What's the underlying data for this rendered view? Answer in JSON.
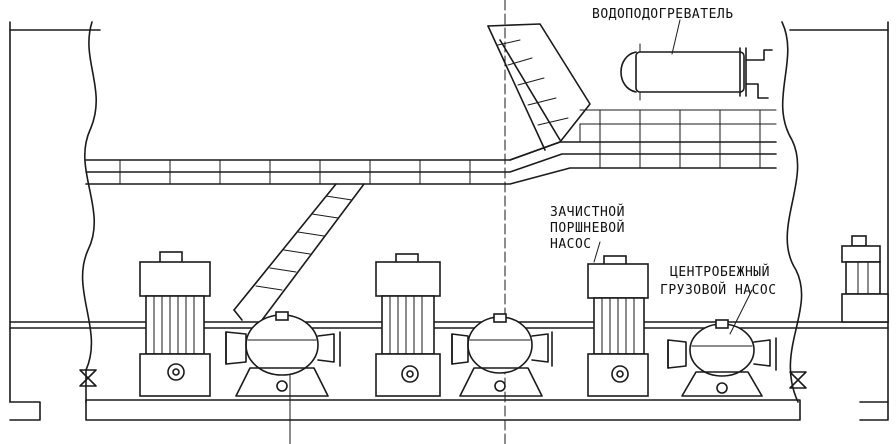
{
  "labels": {
    "water_heater": "ВОДОПОДОГРЕВАТЕЛЬ",
    "stripping_pump_line1": "ЗАЧИСТНОЙ",
    "stripping_pump_line2": "ПОРШНЕВОЙ",
    "stripping_pump_line3": "НАСОС",
    "cargo_pump_line1": "ЦЕНТРОБЕЖНЫЙ",
    "cargo_pump_line2": "ГРУЗОВОЙ НАСОС"
  },
  "colors": {
    "ink": "#1a1a1a",
    "paper": "#ffffff"
  }
}
